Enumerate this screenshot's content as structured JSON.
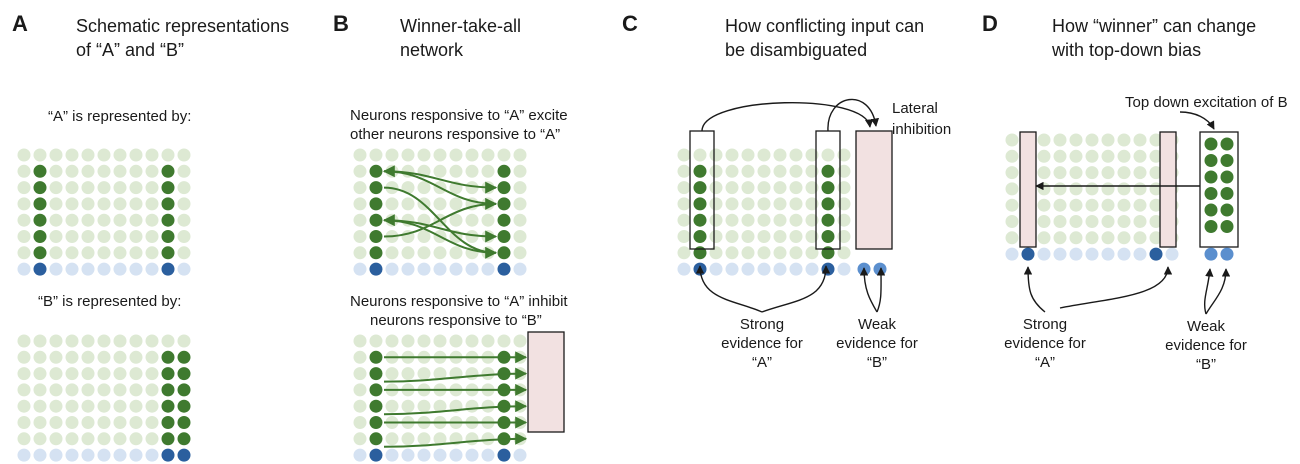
{
  "panels": [
    {
      "id": "A",
      "label": "A",
      "title": [
        "Schematic representations",
        "of “A” and “B”"
      ],
      "captions": {
        "a_represented": "“A” is represented by:",
        "b_represented": "“B” is represented by:"
      }
    },
    {
      "id": "B",
      "label": "B",
      "title": [
        "Winner-take-all",
        "network"
      ],
      "captions": {
        "excite": [
          "Neurons responsive to “A” excite",
          "other neurons responsive to “A”"
        ],
        "inhibit": [
          "Neurons responsive to “A” inhibit",
          "neurons responsive to “B”"
        ]
      }
    },
    {
      "id": "C",
      "label": "C",
      "title": [
        "How conflicting input can",
        "be disambiguated"
      ],
      "captions": {
        "lateral": [
          "Lateral",
          "inhibition"
        ],
        "strong": [
          "Strong",
          "evidence for",
          "“A”"
        ],
        "weak": [
          "Weak",
          "evidence for",
          "“B”"
        ]
      }
    },
    {
      "id": "D",
      "label": "D",
      "title": [
        "How “winner” can change",
        "with top-down bias"
      ],
      "captions": {
        "topdown": "Top down excitation of B",
        "strong": [
          "Strong",
          "evidence for",
          "“A”"
        ],
        "weak": [
          "Weak",
          "evidence for",
          "“B”"
        ]
      }
    }
  ],
  "colors": {
    "neuron_light": "#dde9d3",
    "neuron_active": "#3f7a2f",
    "input_light": "#d5e2f2",
    "input_strong": "#2b5f9e",
    "input_weak": "#5b8fce",
    "inhibited_box": "#f2e1e1",
    "outline": "#1a1a1a",
    "excite_arrow": "#3f7a2f"
  }
}
